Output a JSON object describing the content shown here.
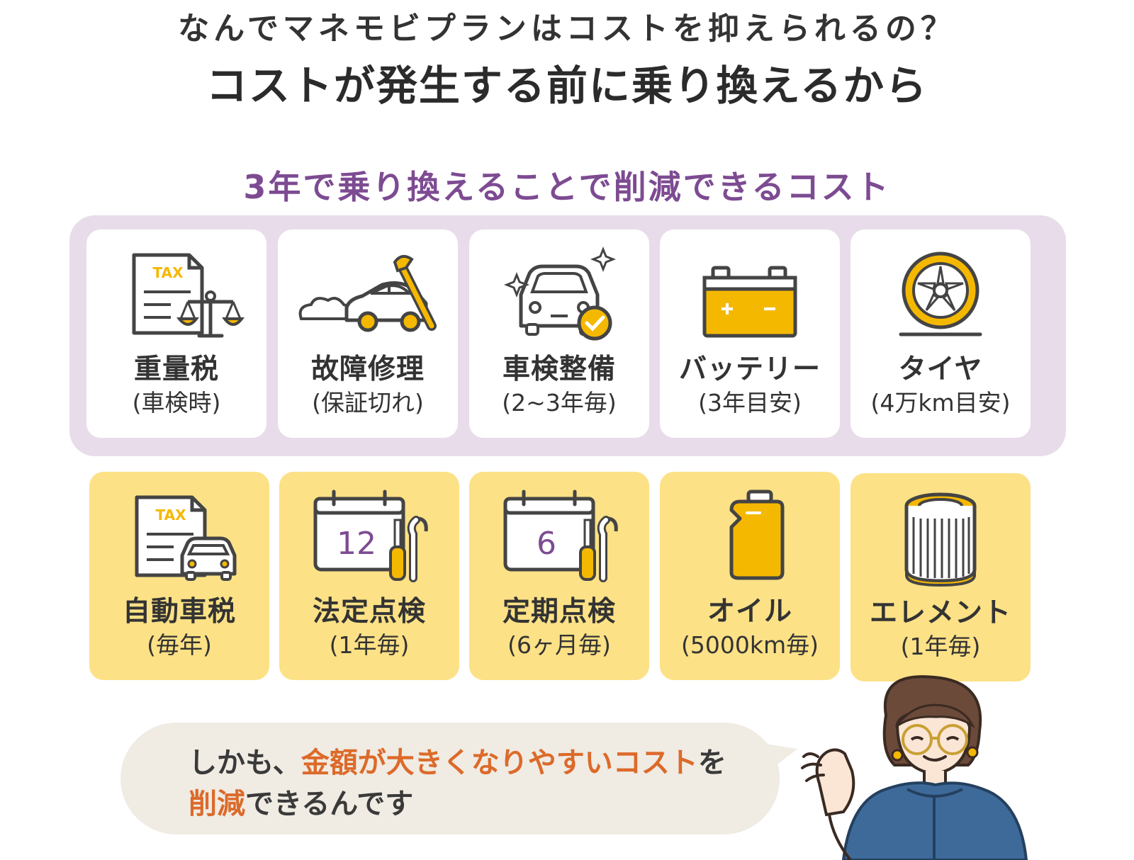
{
  "header": {
    "question": "なんでマネモビプランはコストを抑えられるの？",
    "answer": "コストが発生する前に乗り換えるから"
  },
  "section_title": "3年で乗り換えることで削減できるコスト",
  "row1": [
    {
      "name": "重量税",
      "note": "(車検時)",
      "icon": "tax-document-scale-icon"
    },
    {
      "name": "故障修理",
      "note": "(保証切れ)",
      "icon": "broken-car-wrench-icon"
    },
    {
      "name": "車検整備",
      "note": "(2~3年毎)",
      "icon": "car-inspection-check-icon"
    },
    {
      "name": "バッテリー",
      "note": "(3年目安)",
      "icon": "battery-icon"
    },
    {
      "name": "タイヤ",
      "note": "(4万km目安)",
      "icon": "tire-icon"
    }
  ],
  "row2": [
    {
      "name": "自動車税",
      "note": "(毎年)",
      "icon": "tax-document-car-icon"
    },
    {
      "name": "法定点検",
      "note": "(1年毎)",
      "icon": "calendar-tools-icon",
      "calendar_number": "12"
    },
    {
      "name": "定期点検",
      "note": "(6ヶ月毎)",
      "icon": "calendar-tools-icon",
      "calendar_number": "6"
    },
    {
      "name": "オイル",
      "note": "(5000km毎)",
      "icon": "oil-can-icon"
    },
    {
      "name": "エレメント",
      "note": "(1年毎)",
      "icon": "oil-filter-element-icon"
    }
  ],
  "icon_labels": {
    "tax": "TAX"
  },
  "bubble": {
    "line1_prefix": "しかも、",
    "line1_highlight": "金額が大きくなりやすいコスト",
    "line1_suffix": "を",
    "line2_highlight": "削減",
    "line2_suffix": "できるんです"
  },
  "colors": {
    "purple_title": "#7d4b92",
    "purple_panel": "#e8dcea",
    "yellow_card": "#fce186",
    "icon_yellow": "#f5b800",
    "highlight_orange": "#dc6a2a",
    "bubble_bg": "#f0ebe3"
  }
}
